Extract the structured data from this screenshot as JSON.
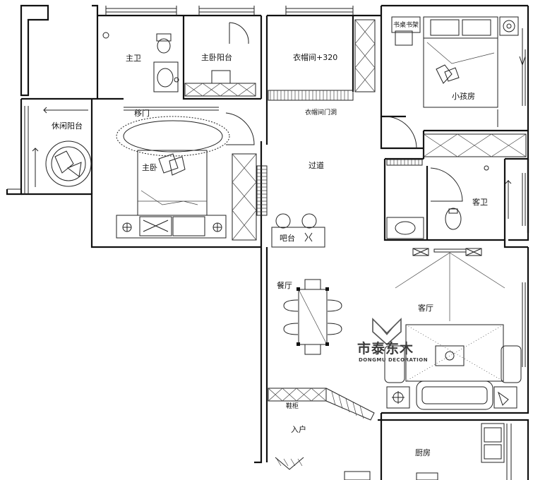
{
  "plan": {
    "rooms": {
      "master_bath": "主卫",
      "master_balcony": "主卧阳台",
      "wardrobe": "衣帽间+320",
      "child_room": "小孩房",
      "leisure_balcony": "休闲阳台",
      "master_bedroom": "主卧",
      "corridor": "过道",
      "guest_bath": "客卫",
      "dining": "餐厅",
      "living": "客厅",
      "entrance": "入户",
      "kitchen": "厨房"
    },
    "labels": {
      "sliding_door": "移门",
      "closet_door": "衣帽间门洞",
      "study_desk": "书桌书架",
      "bar": "吧台",
      "shoe_cabinet": "鞋柜"
    }
  },
  "watermark": {
    "title": "市泰东木",
    "subtitle": "DONGMU DECORATION"
  }
}
